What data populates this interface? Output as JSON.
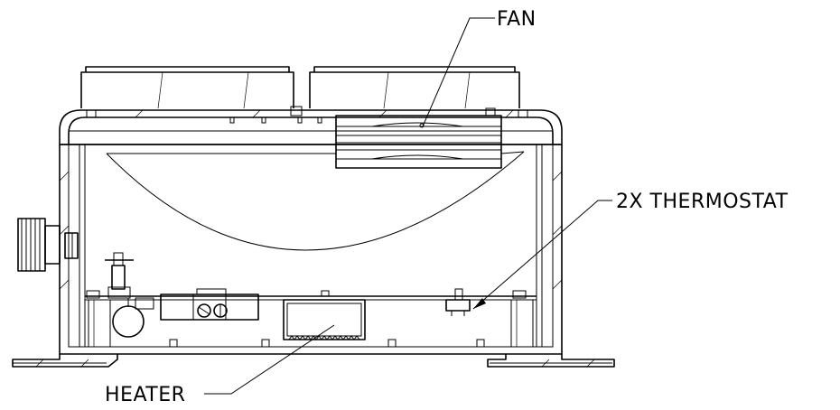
{
  "labels": {
    "fan": "FAN",
    "thermostat": "2X THERMOSTAT",
    "heater": "HEATER"
  },
  "colors": {
    "line": "#000000",
    "background": "#ffffff"
  }
}
